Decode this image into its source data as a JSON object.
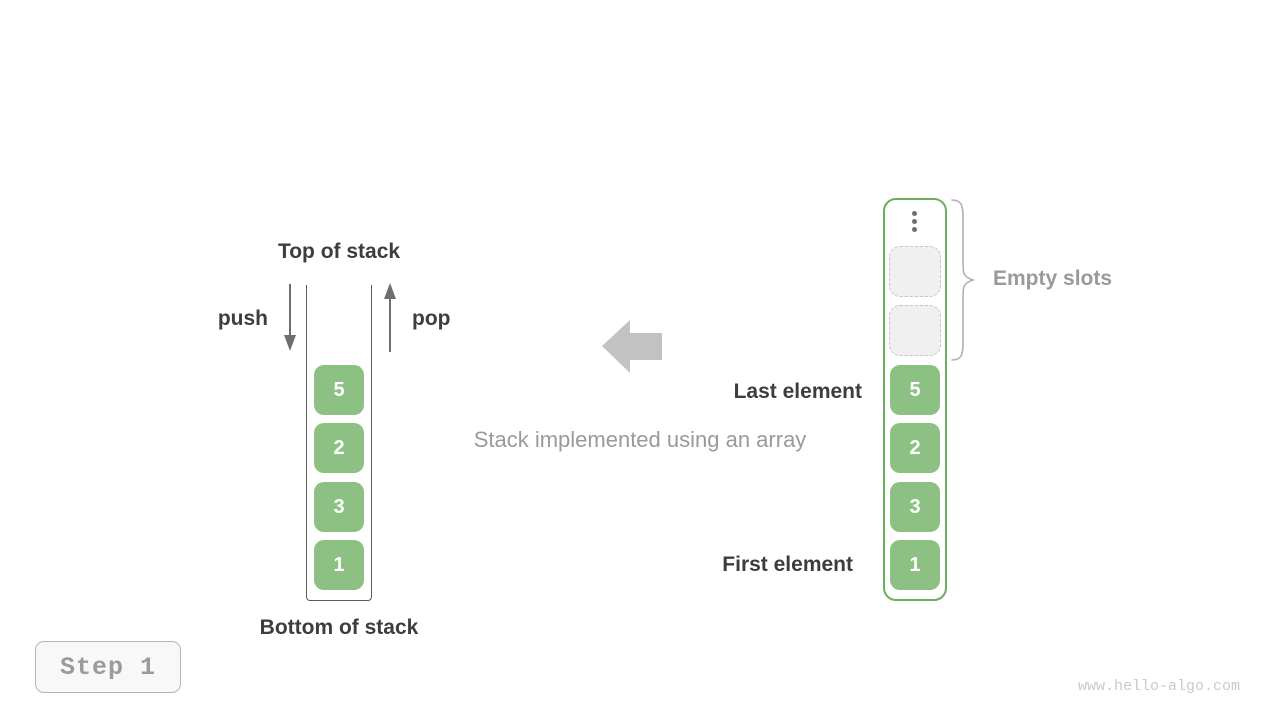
{
  "figure": {
    "caption": "Stack implemented using an array",
    "watermark": "www.hello-algo.com"
  },
  "stack_view": {
    "top_label": "Top of stack",
    "bottom_label": "Bottom of stack",
    "push_label": "push",
    "pop_label": "pop",
    "values": [
      5,
      2,
      3,
      1
    ]
  },
  "array_view": {
    "values": [
      5,
      2,
      3,
      1
    ],
    "empty_slot_count": 2,
    "empty_slots_label": "Empty slots",
    "last_element_label": "Last element",
    "first_element_label": "First element",
    "ellipsis_icon": "vertical-ellipsis"
  },
  "step_badge": {
    "label": "Step 1"
  },
  "colors": {
    "element_green": "#8dc083",
    "array_border_green": "#6cae5e",
    "empty_slot_fill": "#f0f0f0",
    "empty_slot_border": "#c4c4c4",
    "dark_text": "#3d3d3d",
    "gray_text": "#9a9a9a",
    "block_arrow_gray": "#c2c2c2",
    "thin_arrow_gray": "#6e6e6e",
    "cup_wall": "#5c5c5c",
    "watermark_gray": "#c9c9c9"
  }
}
